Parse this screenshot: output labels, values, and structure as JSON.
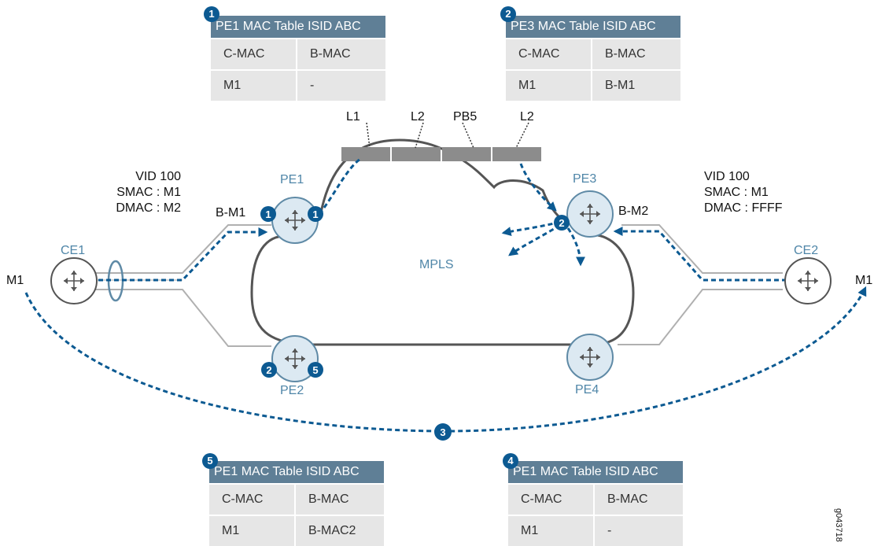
{
  "tables": [
    {
      "id": "1",
      "header": "PE1 MAC Table ISID ABC",
      "col1": "C-MAC",
      "col2": "B-MAC",
      "row_c": "M1",
      "row_b": "-"
    },
    {
      "id": "2",
      "header": "PE3 MAC Table ISID ABC",
      "col1": "C-MAC",
      "col2": "B-MAC",
      "row_c": "M1",
      "row_b": "B-M1"
    },
    {
      "id": "5",
      "header": "PE1 MAC Table ISID ABC",
      "col1": "C-MAC",
      "col2": "B-MAC",
      "row_c": "M1",
      "row_b": "B-MAC2"
    },
    {
      "id": "4",
      "header": "PE1 MAC Table ISID ABC",
      "col1": "C-MAC",
      "col2": "B-MAC",
      "row_c": "M1",
      "row_b": "-"
    }
  ],
  "routers": {
    "pe1": "PE1",
    "pe2": "PE2",
    "pe3": "PE3",
    "pe4": "PE4",
    "ce1": "CE1",
    "ce2": "CE2"
  },
  "cloud_label": "MPLS",
  "frame_labels": {
    "l1": "L1",
    "l2a": "L2",
    "pb5": "PB5",
    "l2b": "L2"
  },
  "left_frame": {
    "vid": "VID 100",
    "smac": "SMAC : M1",
    "dmac": "DMAC : M2"
  },
  "right_frame": {
    "vid": "VID 100",
    "smac": "SMAC : M1",
    "dmac": "DMAC : FFFF"
  },
  "bmac": {
    "pe1": "B-M1",
    "pe3": "B-M2"
  },
  "hosts": {
    "left": "M1",
    "right": "M1"
  },
  "steps": {
    "pe1_a": "1",
    "pe1_b": "1",
    "pe3": "2",
    "pe2_a": "2",
    "pe2_b": "5",
    "bottom": "3"
  },
  "figure_id": "g043718",
  "colors": {
    "accent": "#0c5a92",
    "router_fill": "#dce9f2",
    "router_stroke": "#5f8aa6",
    "table_header": "#5f7f96"
  }
}
